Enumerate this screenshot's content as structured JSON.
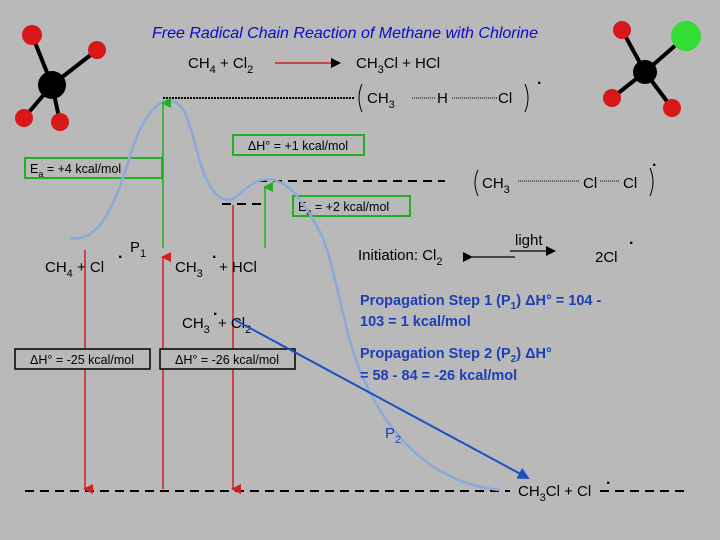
{
  "title": "Free Radical Chain Reaction of Methane with Chlorine",
  "overall": {
    "reactants_main": "CH",
    "reactants_sub": "4",
    "reactants_mid": " + Cl",
    "reactants_sub2": "2",
    "products_main": "CH",
    "products_sub": "3",
    "products_rest": "Cl + HCl"
  },
  "ts1": {
    "left": "CH",
    "left_sub": "3",
    "bond": "H",
    "right": "Cl",
    "dot": "."
  },
  "dh_box_top": "ΔH° = +1 kcal/mol",
  "ea1_box": {
    "E": "E",
    "sub": "a",
    "rest": " = +4 kcal/mol"
  },
  "ts2": {
    "left": "CH",
    "left_sub": "3",
    "mid": "Cl",
    "right": "Cl",
    "dot": "."
  },
  "ea2_box": {
    "E": "E",
    "sub": "a",
    "rest": " = +2 kcal/mol"
  },
  "level_start": {
    "main": "CH",
    "sub": "4",
    "rest": " + Cl",
    "dot": "."
  },
  "step_p1": {
    "main": "P",
    "sub": "1"
  },
  "level_inter1": {
    "main": "CH",
    "sub": "3",
    "rest": " + HCl",
    "dot": "."
  },
  "level_inter2": {
    "main": "CH",
    "sub": "3",
    "rest": " + Cl",
    "sub2": "2",
    "dot": "."
  },
  "dh_box_left": "ΔH° = -25 kcal/mol",
  "dh_box_mid": "ΔH° = -26 kcal/mol",
  "initiation": {
    "label": "Initiation: Cl",
    "sub": "2",
    "light": "light",
    "product": "2Cl",
    "dot": "."
  },
  "prop1": {
    "line1a": "Propagation Step 1 (P",
    "line1sub": "1",
    "line1b": ") ΔH° = 104 -",
    "line2": "103 = 1 kcal/mol"
  },
  "prop2": {
    "line1a": "Propagation Step 2 (P",
    "line1sub": "2",
    "line1b": ") ΔH°",
    "line2": "= 58 - 84 = -26  kcal/mol"
  },
  "step_p2": {
    "main": "P",
    "sub": "2"
  },
  "level_final": {
    "main": "CH",
    "sub": "3",
    "rest": "Cl + Cl",
    "dot": "."
  },
  "colors": {
    "background": "#b9b9b9",
    "title_blue": "#0a0ac8",
    "curve": "#8aaad8",
    "red_line": "#d22020",
    "green_line": "#22b022",
    "blue_arrow": "#1c4fc0",
    "atom_red": "#d81818",
    "atom_black": "#000000",
    "atom_green": "#33dd33"
  },
  "icons": [
    "methane-molecule-icon",
    "chloromethane-molecule-icon"
  ]
}
